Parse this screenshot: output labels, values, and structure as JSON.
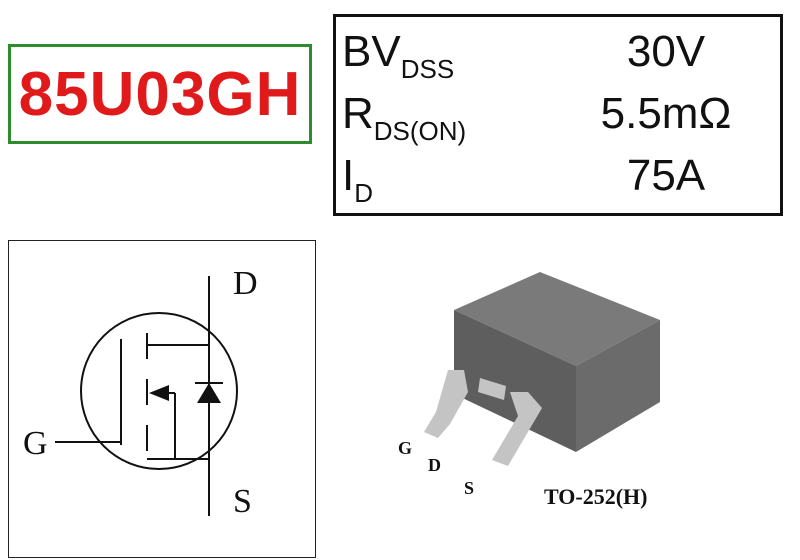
{
  "part": {
    "number": "85U03GH"
  },
  "specs": [
    {
      "symbol": "BV",
      "subscript": "DSS",
      "value": "30V"
    },
    {
      "symbol": "R",
      "subscript": "DS(ON)",
      "value": "5.5mΩ"
    },
    {
      "symbol": "I",
      "subscript": "D",
      "value": "75A"
    }
  ],
  "schematic": {
    "pin_d": "D",
    "pin_g": "G",
    "pin_s": "S"
  },
  "package": {
    "name": "TO-252(H)",
    "pin_g": "G",
    "pin_d": "D",
    "pin_s": "S"
  },
  "colors": {
    "part_text": "#e01a1a",
    "part_border": "#2e8b2e",
    "package_body": "#6b6b6b",
    "package_leads": "#bdbdbd"
  }
}
